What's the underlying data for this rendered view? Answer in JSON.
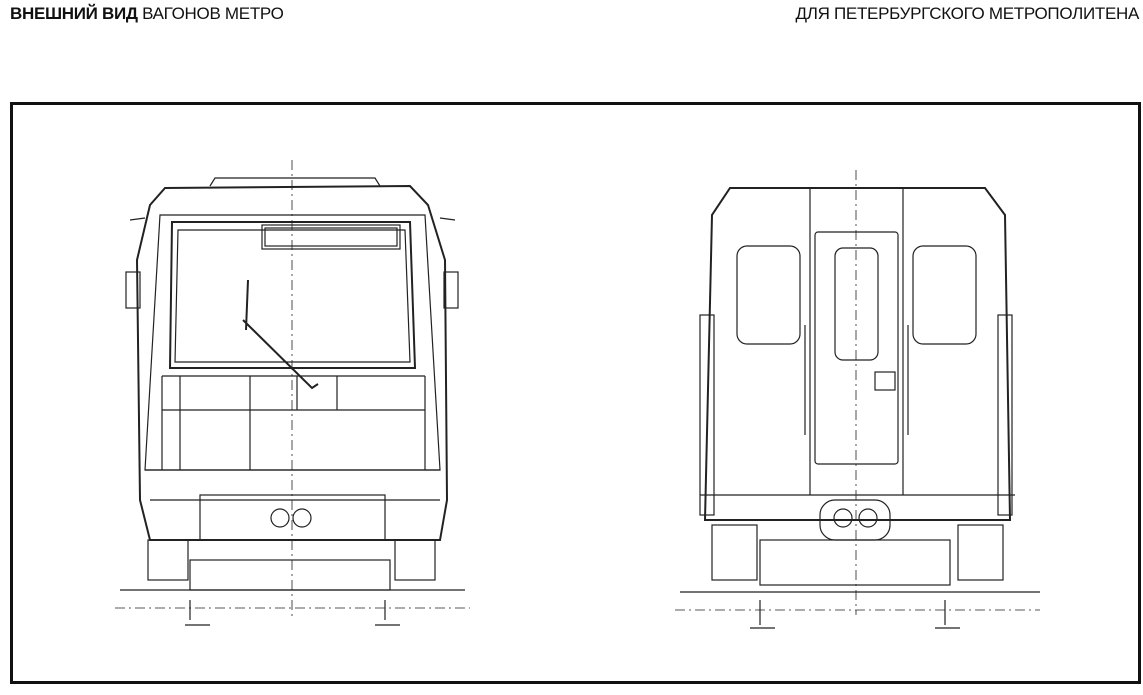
{
  "header": {
    "title_bold": "ВНЕШНИЙ ВИД",
    "title_rest": "ВАГОНОВ МЕТРО",
    "subtitle": "ДЛЯ ПЕТЕРБУРГСКОГО МЕТРОПОЛИТЕНА"
  }
}
